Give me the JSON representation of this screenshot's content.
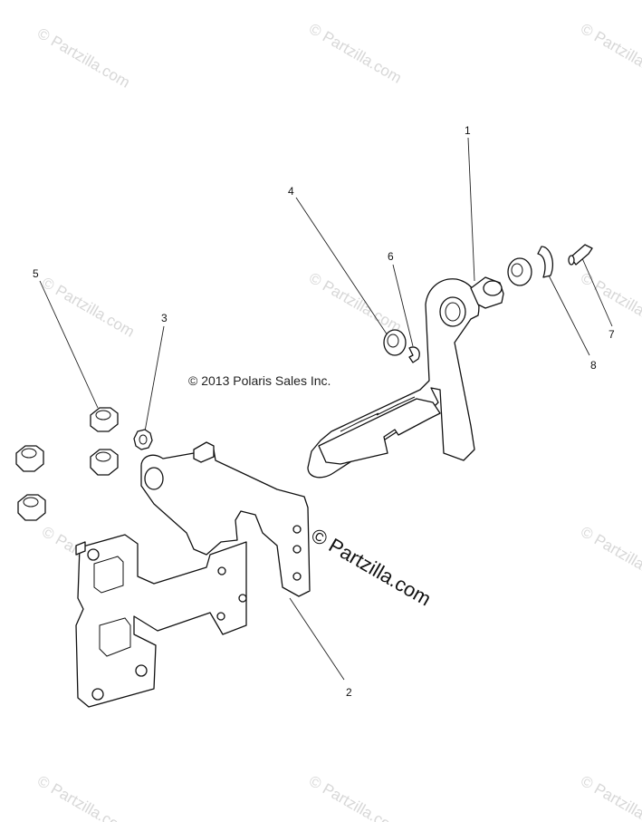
{
  "copyright": "© 2013 Polaris Sales Inc.",
  "watermark": {
    "text": "© Partzilla.com",
    "main_text": "© Partzilla.com"
  },
  "callouts": [
    "1",
    "2",
    "3",
    "4",
    "5",
    "6",
    "7",
    "8"
  ],
  "colors": {
    "line": "#111111",
    "watermark": "#d7d7d7"
  }
}
